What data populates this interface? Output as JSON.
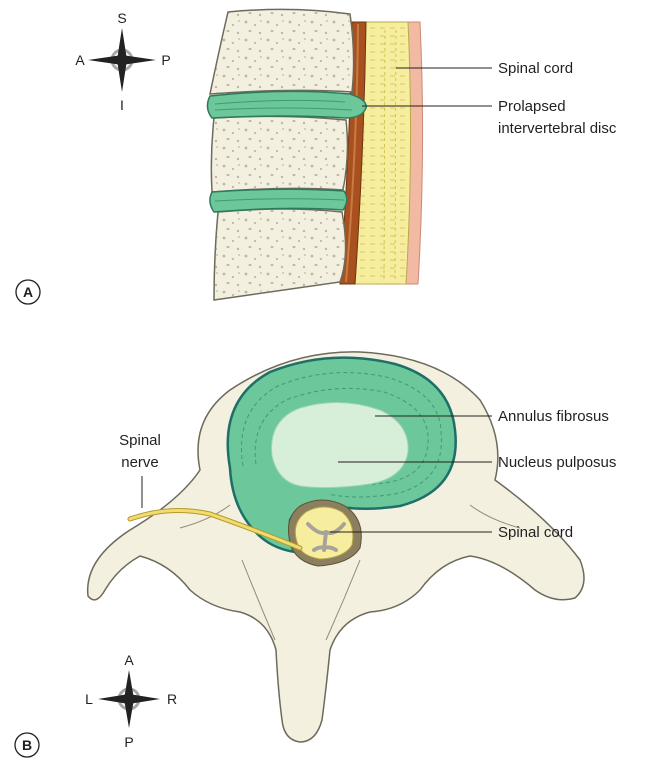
{
  "panel_a": {
    "letter": "A",
    "compass": {
      "top": "S",
      "bottom": "I",
      "left": "A",
      "right": "P"
    },
    "labels": {
      "spinal_cord": "Spinal cord",
      "prolapsed_line1": "Prolapsed",
      "prolapsed_line2": "intervertebral disc"
    }
  },
  "panel_b": {
    "letter": "B",
    "compass": {
      "top": "A",
      "bottom": "P",
      "left": "L",
      "right": "R"
    },
    "labels": {
      "spinal_nerve_line1": "Spinal",
      "spinal_nerve_line2": "nerve",
      "annulus_fibrosus": "Annulus fibrosus",
      "nucleus_pulposus": "Nucleus pulposus",
      "spinal_cord": "Spinal cord"
    }
  },
  "colors": {
    "bone": "#f3f0df",
    "bone_outline": "#6d6a5c",
    "disc_green": "#6cc79a",
    "annulus_outline": "#1f6f69",
    "nucleus": "#d7eed9",
    "dura_brown": "#a8511f",
    "cord_yellow": "#f6ee9e",
    "pia_pink": "#f2b9a3",
    "nerve_yellow": "#f2dc6e",
    "grey_matter": "#a7a39a"
  }
}
